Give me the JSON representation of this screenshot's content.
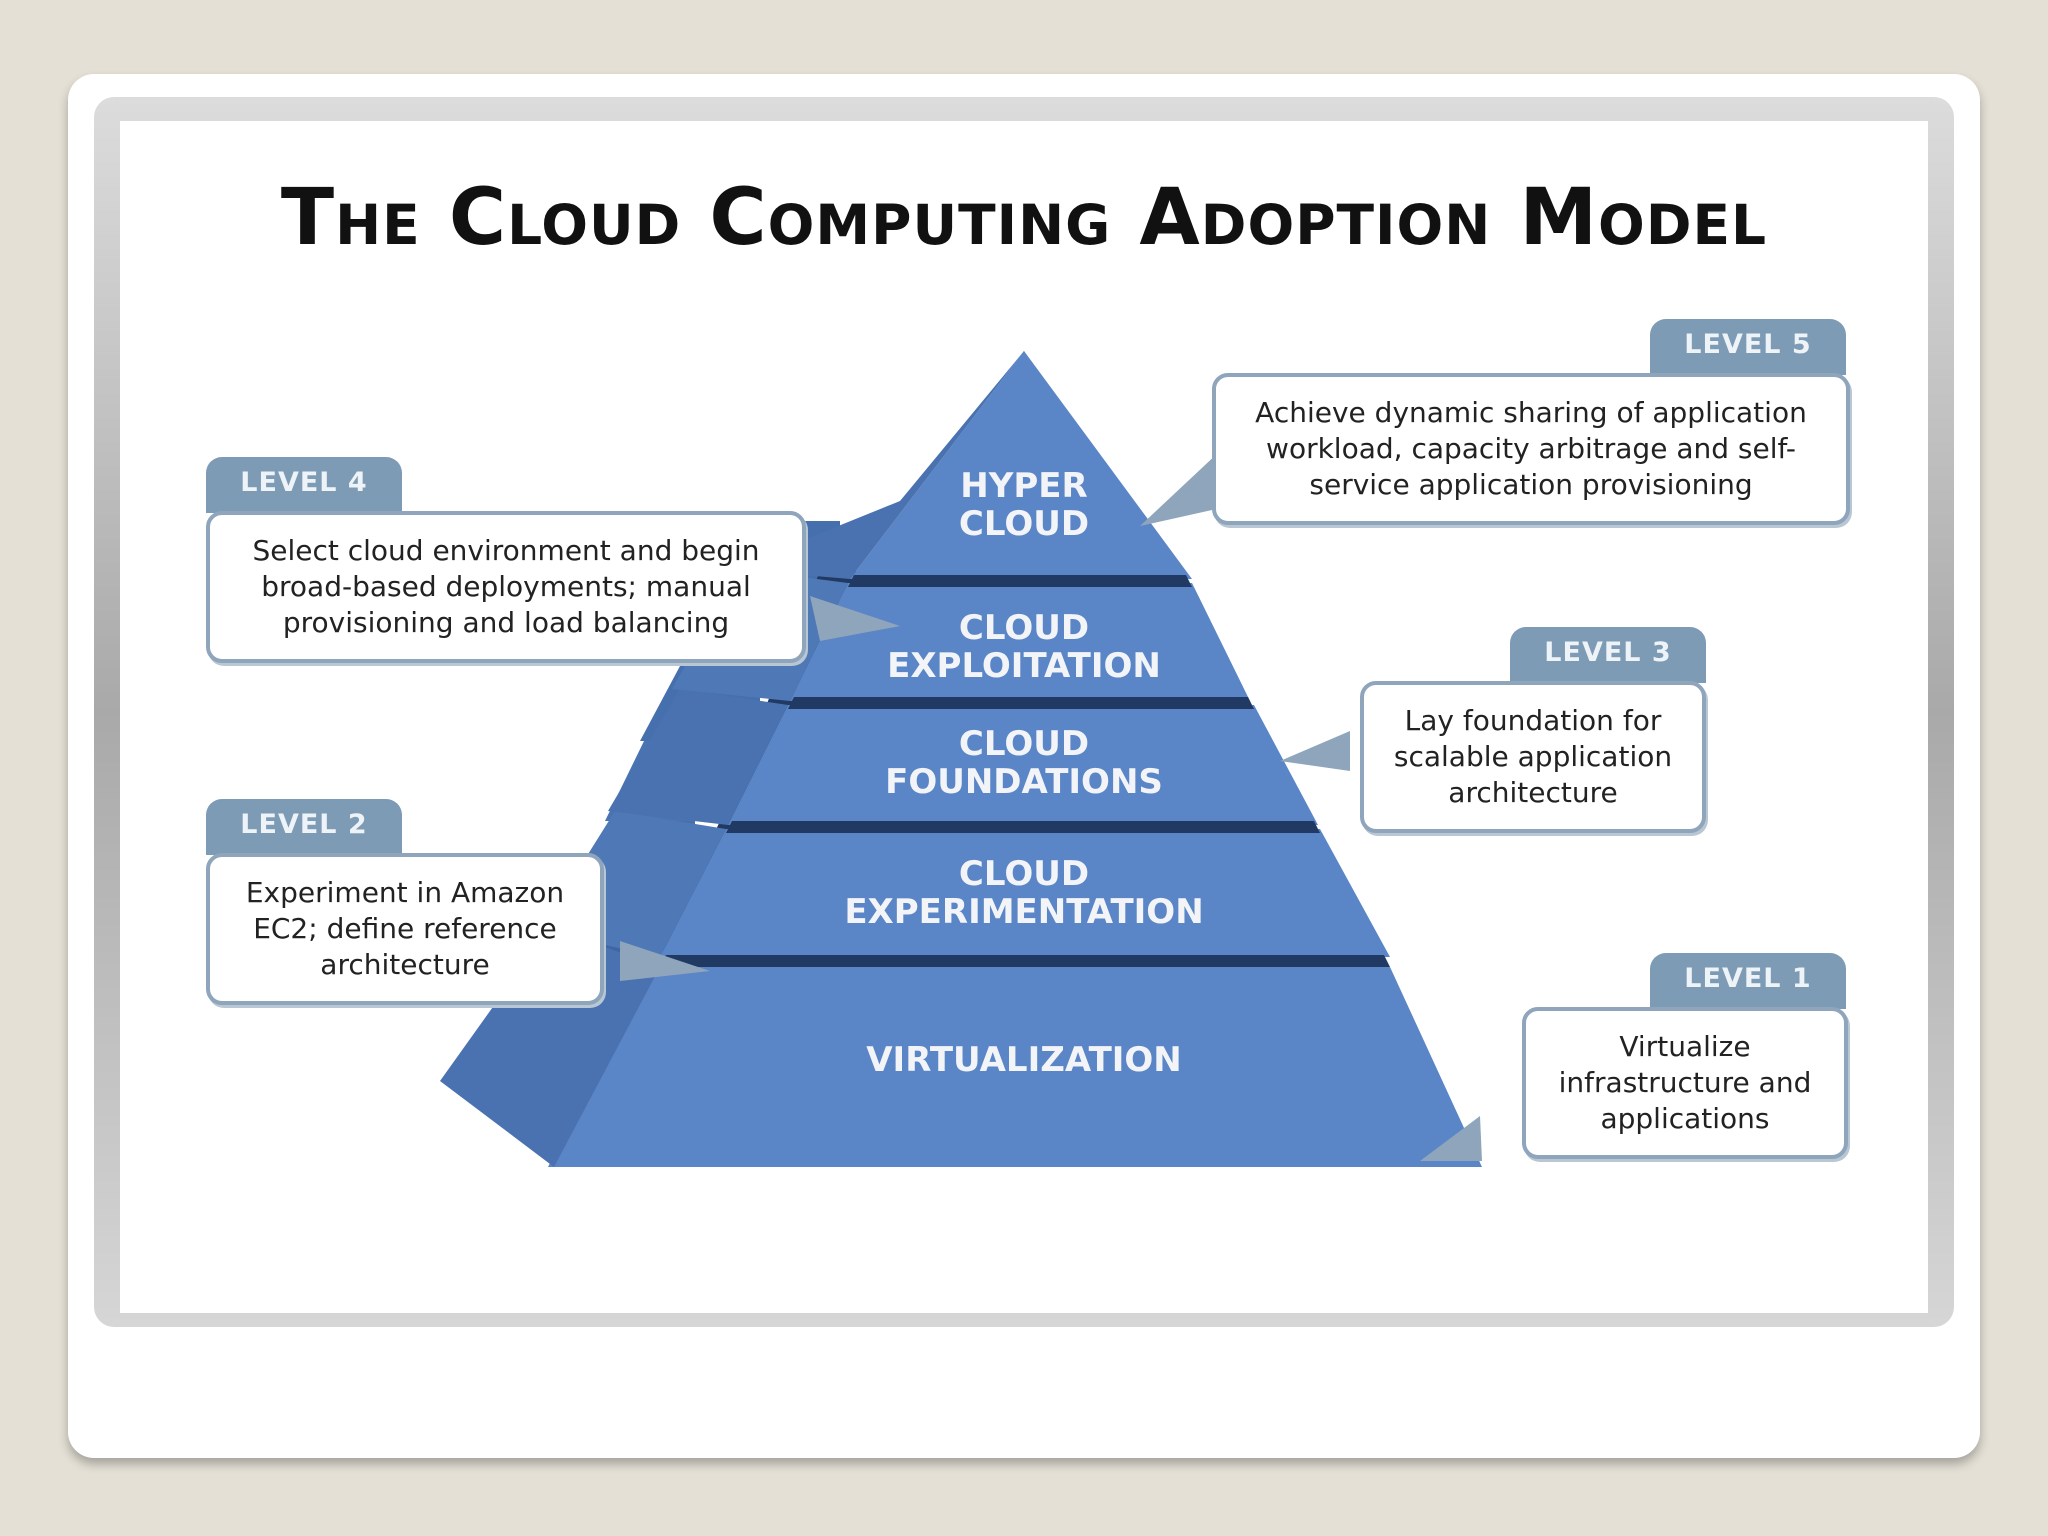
{
  "title": "The Cloud Computing Adoption Model",
  "tiers": [
    {
      "line1": "HYPER",
      "line2": "CLOUD"
    },
    {
      "line1": "CLOUD",
      "line2": "EXPLOITATION"
    },
    {
      "line1": "CLOUD",
      "line2": "FOUNDATIONS"
    },
    {
      "line1": "CLOUD",
      "line2": "EXPERIMENTATION"
    },
    {
      "line1": "VIRTUALIZATION",
      "line2": ""
    }
  ],
  "levels": {
    "level5": {
      "tab": "LEVEL 5",
      "text": "Achieve dynamic sharing of application workload, capacity arbitrage and self-service application provisioning"
    },
    "level4": {
      "tab": "LEVEL 4",
      "text": "Select cloud environment and begin broad-based deployments; manual provisioning and load balancing"
    },
    "level3": {
      "tab": "LEVEL 3",
      "text": "Lay foundation for scalable application architecture"
    },
    "level2": {
      "tab": "LEVEL 2",
      "text": "Experiment in Amazon EC2; define reference architecture"
    },
    "level1": {
      "tab": "LEVEL 1",
      "text": "Virtualize infrastructure and applications"
    }
  },
  "colors": {
    "tier_face": "#5b84c4",
    "tier_side": "#3f66a2",
    "tier_gap": "#203a63",
    "callout_border": "#8ea5bc",
    "tab_fill": "#7e9bb5"
  }
}
